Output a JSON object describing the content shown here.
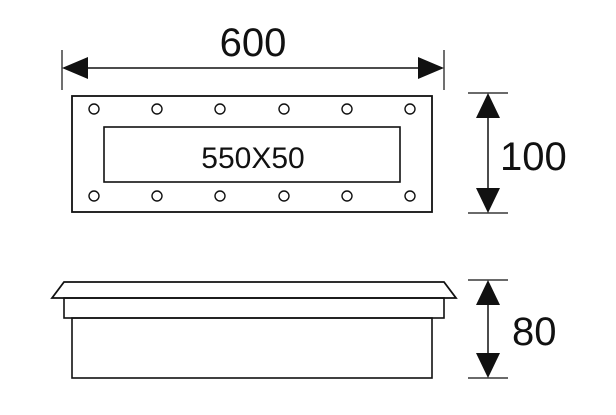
{
  "dimensions": {
    "width": "600",
    "height": "100",
    "depth": "80",
    "opening": "550X50"
  },
  "holes": {
    "top_row": 6,
    "bottom_row": 6
  },
  "colors": {
    "stroke": "#111111",
    "background": "#ffffff"
  }
}
